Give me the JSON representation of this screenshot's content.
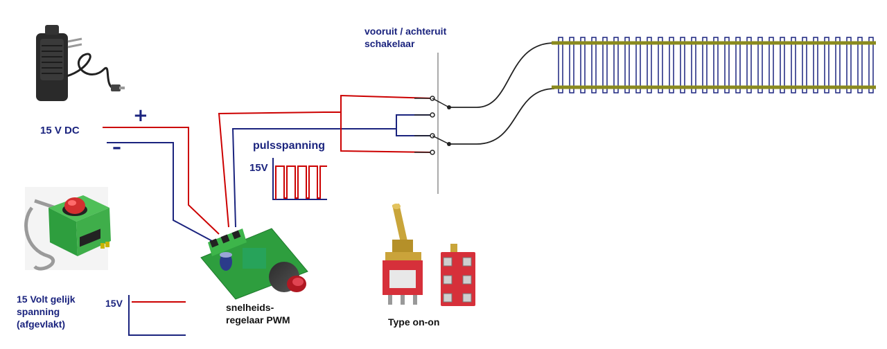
{
  "labels": {
    "power_supply": "15 V DC",
    "plus_sign": "+",
    "minus_sign": "–",
    "pulse_title": "pulsspanning",
    "pulse_level": "15V",
    "switch_title_line1": "vooruit / achteruit",
    "switch_title_line2": "schakelaar",
    "dc_level": "15V",
    "dc_desc_line1": "15 Volt gelijk",
    "dc_desc_line2": "spanning",
    "dc_desc_line3": "(afgevlakt)",
    "pwm_line1": "snelheids-",
    "pwm_line2": "regelaar PWM",
    "switch_type": "Type on-on"
  },
  "colors": {
    "positive_wire": "#cc0000",
    "negative_wire": "#1a237e",
    "track_wire": "#222222",
    "rail": "#8a8a1e",
    "sleeper": "#1a237e",
    "label": "#1a237e",
    "pcb": "#2e9e3e",
    "controller_box": "#3fae4a",
    "switch_body": "#d6303a"
  },
  "icons": {
    "adapter": "power-adapter-icon",
    "controller": "model-train-controller-icon",
    "pwm_board": "pwm-board-icon",
    "toggle_switch": "toggle-switch-icon",
    "switch_bottom": "switch-terminals-icon",
    "track": "rail-track-icon"
  }
}
